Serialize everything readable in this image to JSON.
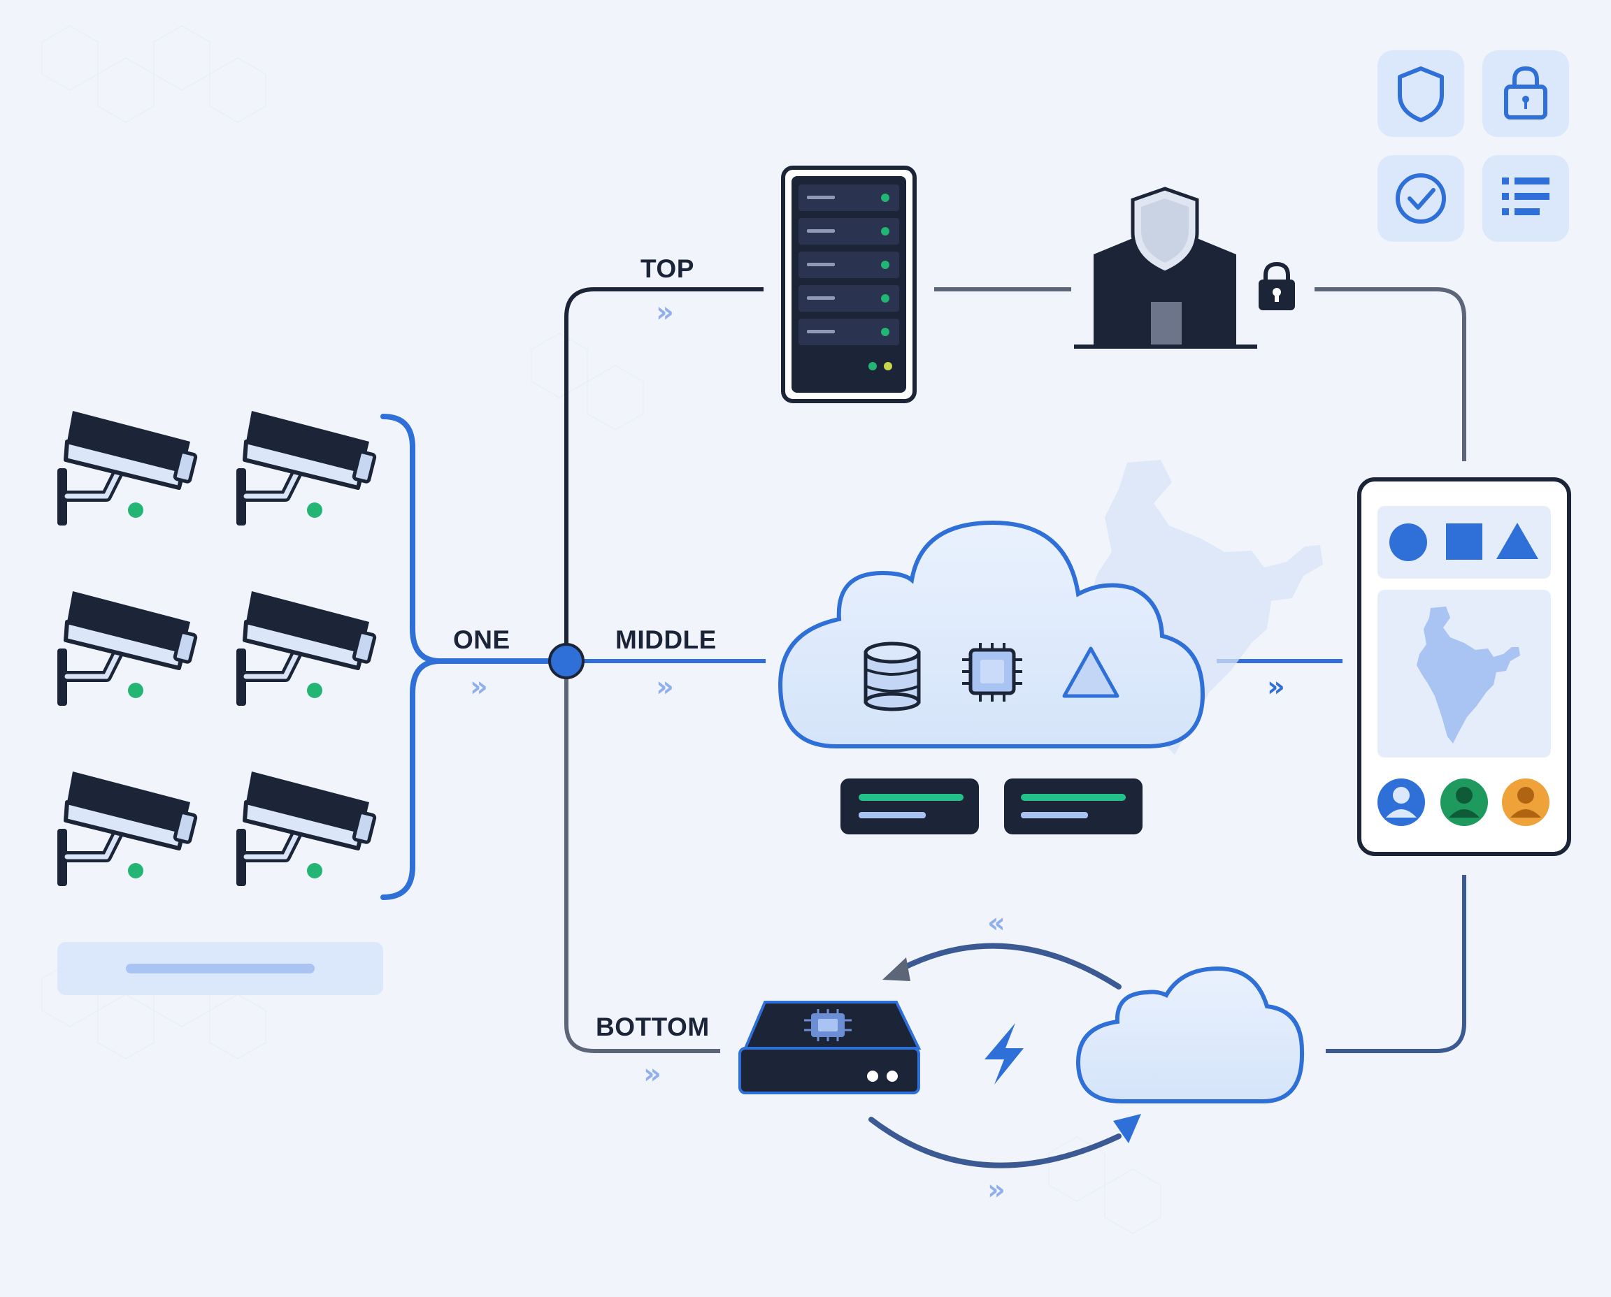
{
  "labels": {
    "top": "TOP",
    "one": "ONE",
    "middle": "MIDDLE",
    "bottom": "BOTTOM"
  },
  "flow_glyph": "»",
  "flow_glyph_reverse": "«",
  "nodes": {
    "cameras": {
      "count": 6,
      "status": "online"
    },
    "server": {
      "slots": 5
    },
    "secure_building": {
      "icons": [
        "shield-icon",
        "lock-icon"
      ]
    },
    "cloud_platform": {
      "icons": [
        "database-icon",
        "chip-icon",
        "triangle-icon"
      ]
    },
    "edge_device": {
      "icons": [
        "chip-icon"
      ]
    },
    "edge_cloud": {},
    "mobile_app": {
      "shapes": [
        "circle",
        "square",
        "triangle"
      ],
      "map": "india-map",
      "avatars": [
        "user-blue",
        "user-green",
        "user-orange"
      ]
    },
    "security_badges": [
      "shield-icon",
      "lock-icon",
      "check-circle-icon",
      "list-icon"
    ]
  },
  "colors": {
    "background": "#f1f5fb",
    "navy": "#1c2438",
    "accent_blue": "#2f6fd8",
    "light_blue": "#dfeafb",
    "status_green": "#22b573",
    "avatar_green": "#1e9a5e",
    "avatar_orange": "#f0a23a"
  }
}
